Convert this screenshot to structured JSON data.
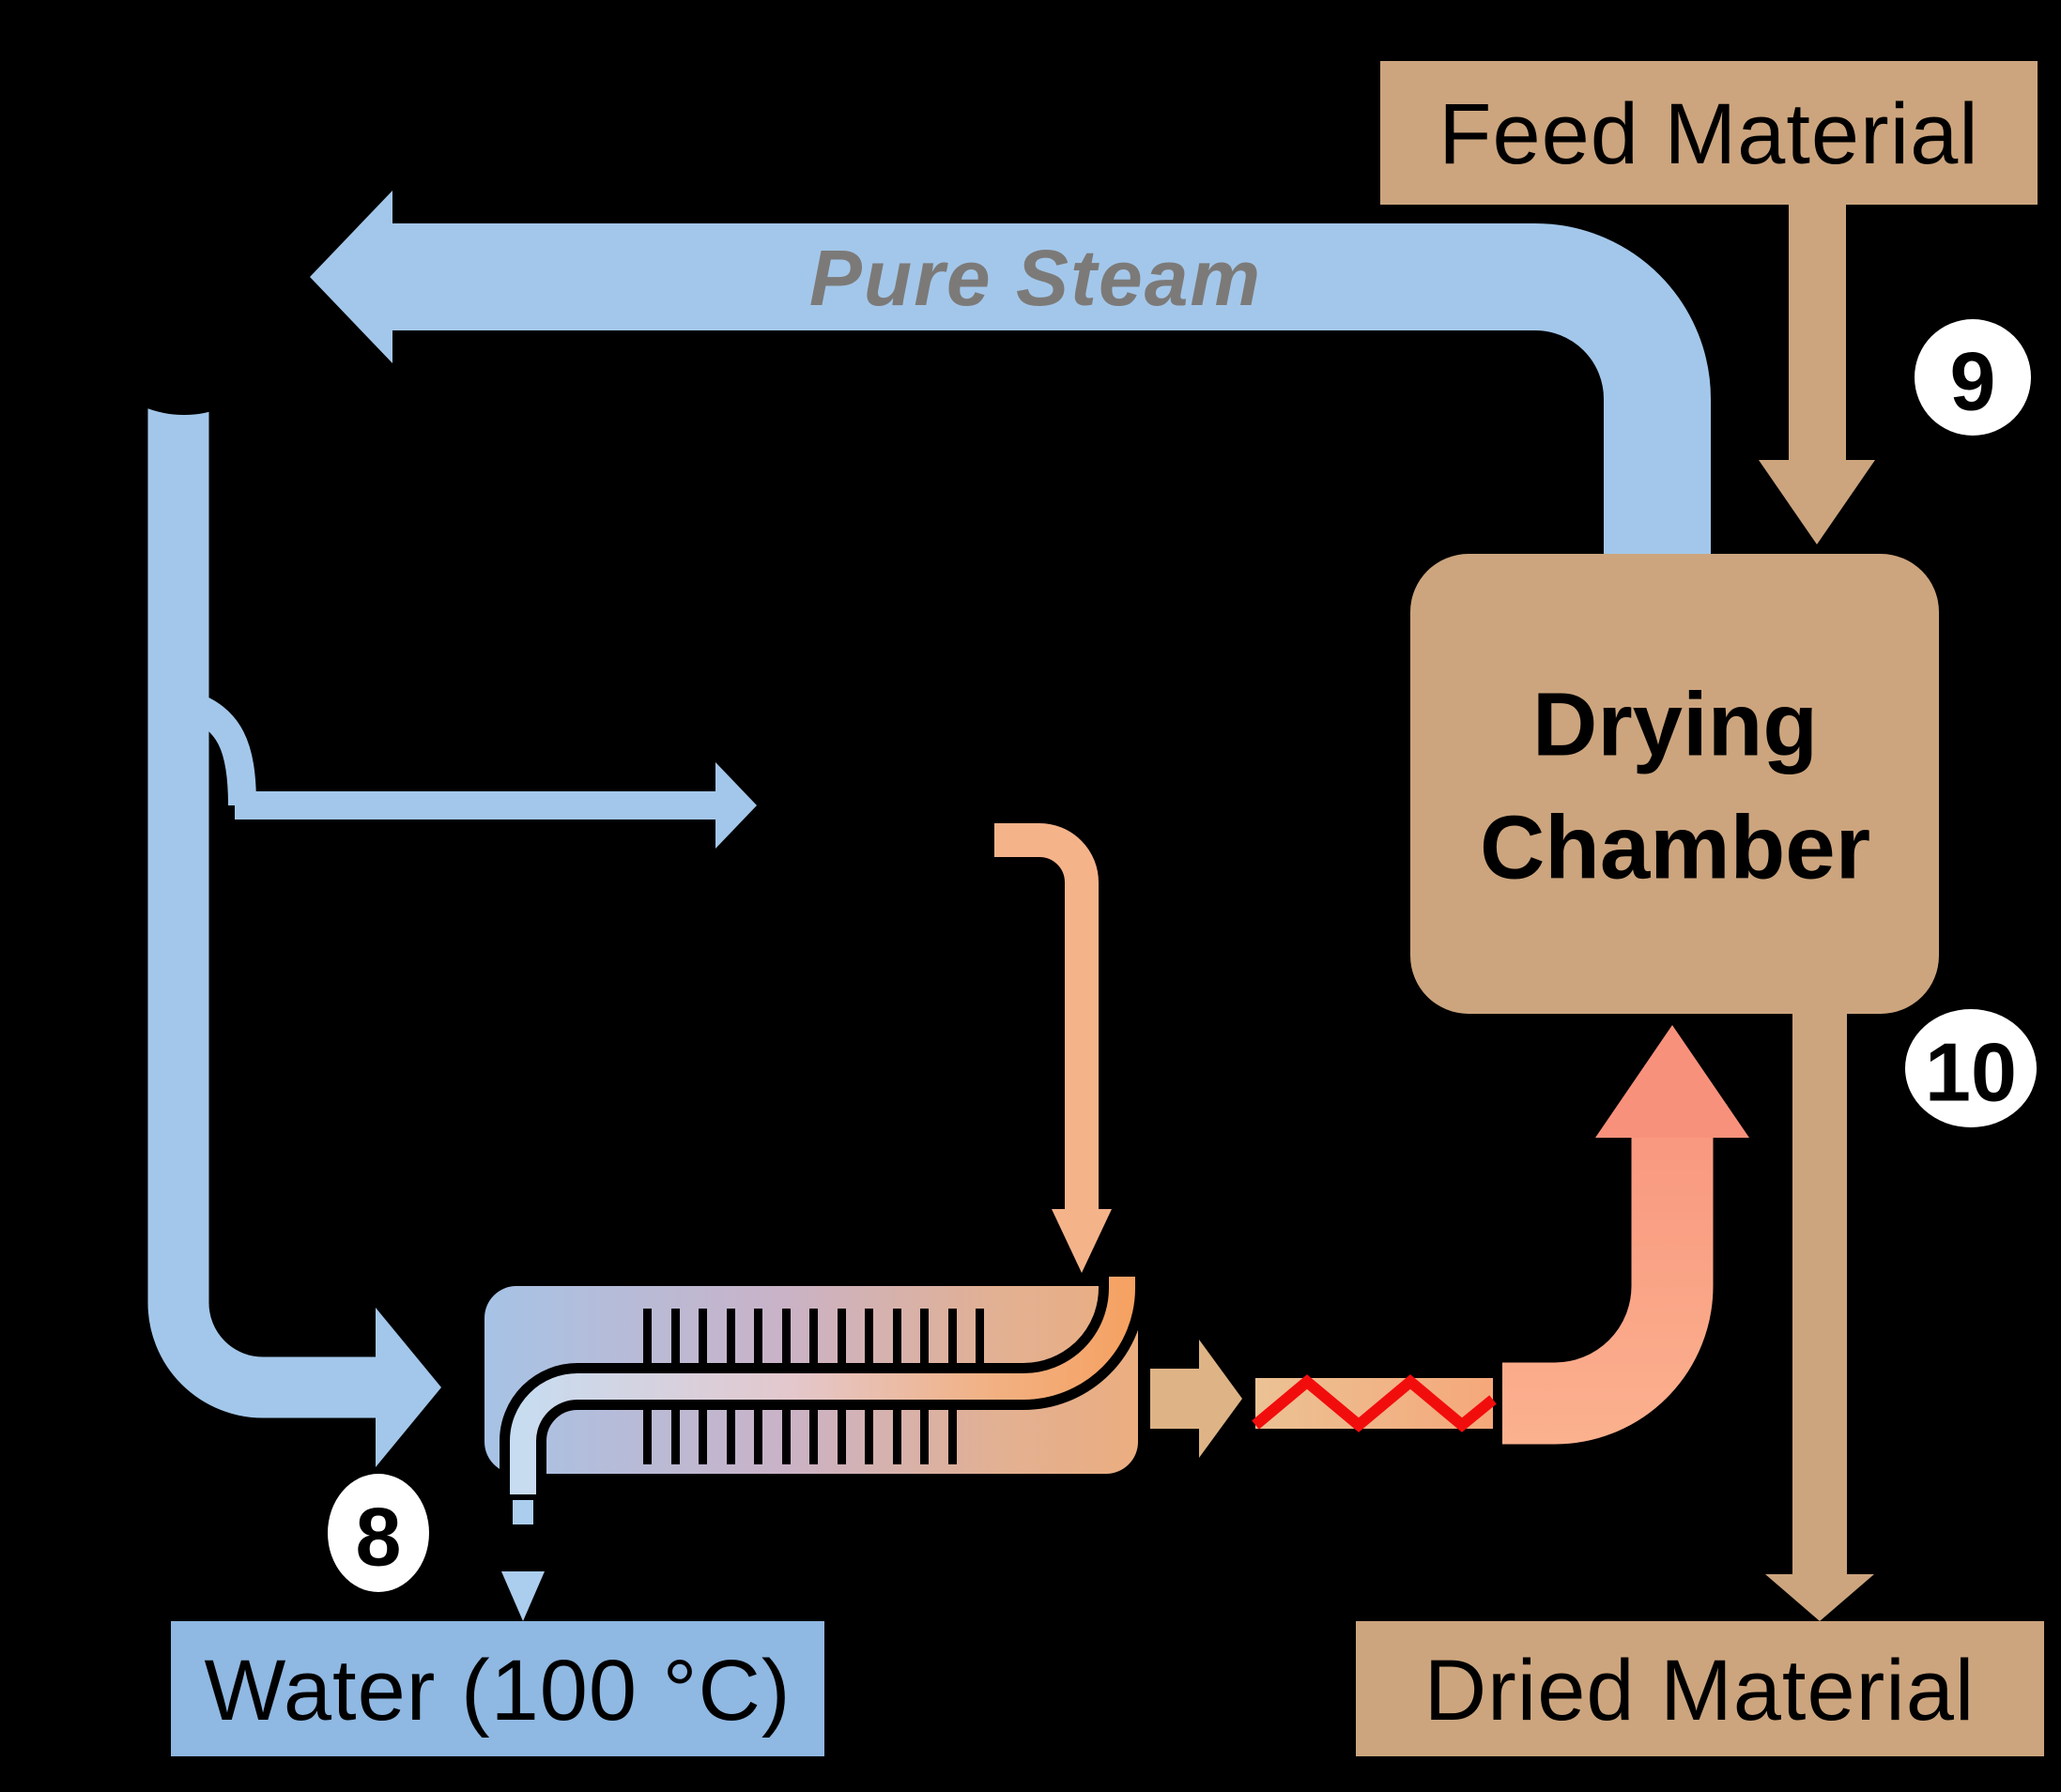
{
  "diagram": {
    "labels": {
      "pure_steam": "Pure Steam",
      "feed_material": "Feed Material",
      "drying_chamber_line1": "Drying",
      "drying_chamber_line2": "Chamber",
      "dried_material": "Dried Material",
      "water": "Water (100 °C)"
    },
    "stream_numbers": {
      "s8": "8",
      "s9": "9",
      "s10": "10"
    },
    "colors": {
      "background": "#000000",
      "steam_blue": "#A3C7EA",
      "water_blue": "#8FB8E2",
      "condensate_blue": "#ABCDEE",
      "material_tan": "#CCA57E",
      "arrow_tan_light": "#DEB486",
      "hot_salmon": "#F8917B",
      "compressed_orange": "#F5B38A",
      "heater_red": "#F20D0D",
      "label_gray": "#7C7A78",
      "badge_white": "#FFFFFF",
      "line_black": "#000000"
    }
  }
}
